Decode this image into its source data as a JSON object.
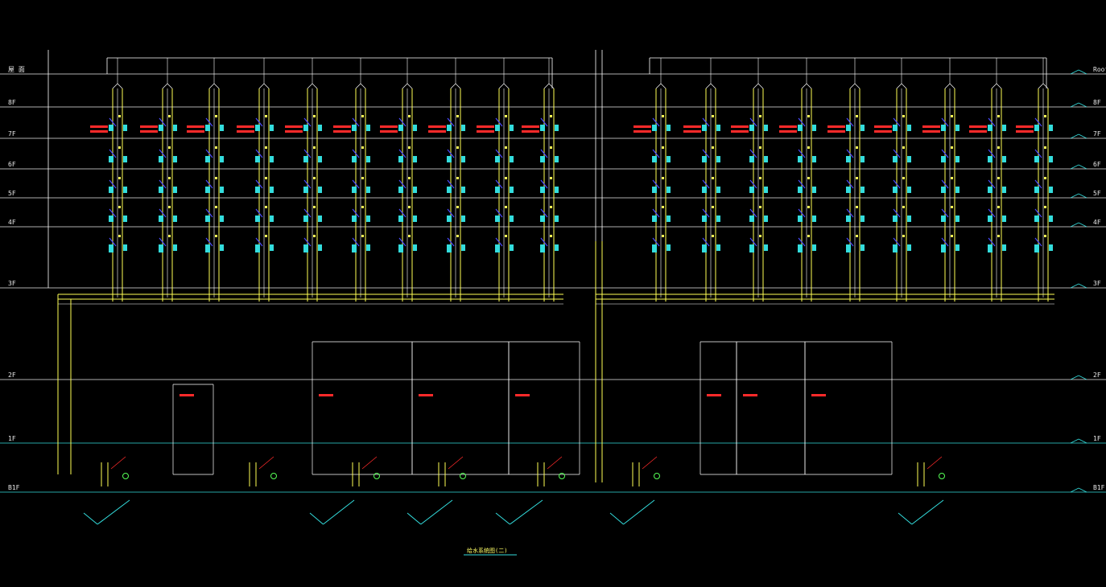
{
  "drawing": {
    "title": "给水系统图(二)",
    "colors": {
      "background": "#000000",
      "floor_line": "#e8e8e8",
      "ground_line": "#33dddd",
      "pipe": "#ffff55",
      "cyan": "#33dddd",
      "red": "#ff2a2a",
      "white": "#ffffff",
      "blue": "#4a4aff",
      "magenta": "#ff55ff"
    }
  },
  "levels": [
    {
      "key": "roof",
      "left": "屋 面",
      "right": "Roof"
    },
    {
      "key": "8f",
      "left": "8F",
      "right": "8F"
    },
    {
      "key": "7f",
      "left": "7F",
      "right": "7F"
    },
    {
      "key": "6f",
      "left": "6F",
      "right": "6F"
    },
    {
      "key": "5f",
      "left": "5F",
      "right": "5F"
    },
    {
      "key": "4f",
      "left": "4F",
      "right": "4F"
    },
    {
      "key": "3f",
      "left": "3F",
      "right": "3F"
    },
    {
      "key": "2f",
      "left": "2F",
      "right": "2F"
    },
    {
      "key": "1f",
      "left": "1F",
      "right": "1F"
    },
    {
      "key": "b1f",
      "left": "B1F",
      "right": "B1F"
    }
  ]
}
